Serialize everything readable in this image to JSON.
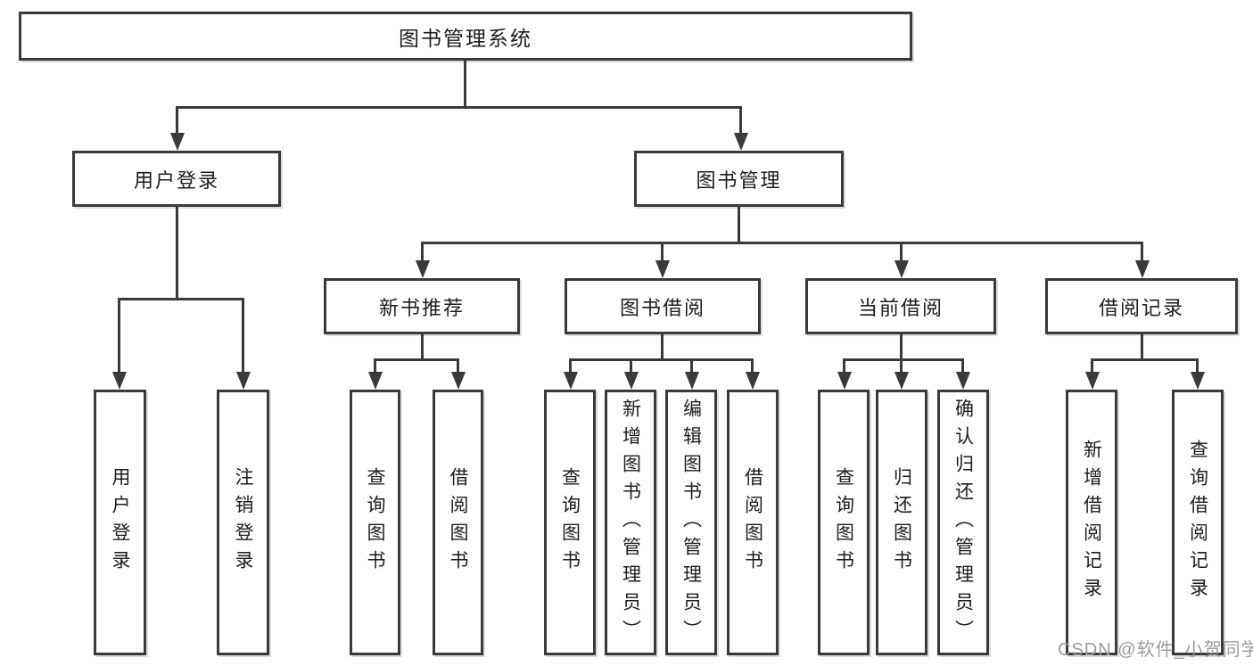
{
  "diagram_title": "图书管理系统",
  "watermark": "CSDN @软件_小贺同学",
  "colors": {
    "line": "#3a3a3a",
    "box_border": "#3a3a3a",
    "box_background": "#ffffff",
    "text": "#1d1d1d",
    "watermark_text": "#9b9b9b",
    "page_background": "#ffffff"
  },
  "tree": {
    "label": "图书管理系统",
    "children": [
      {
        "label": "用户登录",
        "children": [
          {
            "label": "用户登录"
          },
          {
            "label": "注销登录"
          }
        ]
      },
      {
        "label": "图书管理",
        "children": [
          {
            "label": "新书推荐",
            "children": [
              {
                "label": "查询图书"
              },
              {
                "label": "借阅图书"
              }
            ]
          },
          {
            "label": "图书借阅",
            "children": [
              {
                "label": "查询图书"
              },
              {
                "label": "新增图书（管理员）"
              },
              {
                "label": "编辑图书（管理员）"
              },
              {
                "label": "借阅图书"
              }
            ]
          },
          {
            "label": "当前借阅",
            "children": [
              {
                "label": "查询图书"
              },
              {
                "label": "归还图书"
              },
              {
                "label": "确认归还（管理员）"
              }
            ]
          },
          {
            "label": "借阅记录",
            "children": [
              {
                "label": "新增借阅记录"
              },
              {
                "label": "查询借阅记录"
              }
            ]
          }
        ]
      }
    ]
  }
}
